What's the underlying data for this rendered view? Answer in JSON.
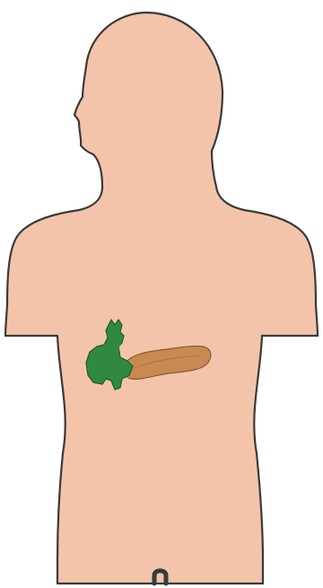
{
  "figure": {
    "subject": "body-silhouette",
    "organs": [
      {
        "id": "gallbladder-and-bile-ducts",
        "fill": "#2f8a3f",
        "stroke": "#1f5c2a"
      },
      {
        "id": "pancreas",
        "fill": "#c88a52",
        "stroke": "#8a5a2e"
      }
    ]
  },
  "colors": {
    "background": "#ffffff",
    "skin": "#f4c4aa",
    "outline": "#3a3a3a"
  }
}
